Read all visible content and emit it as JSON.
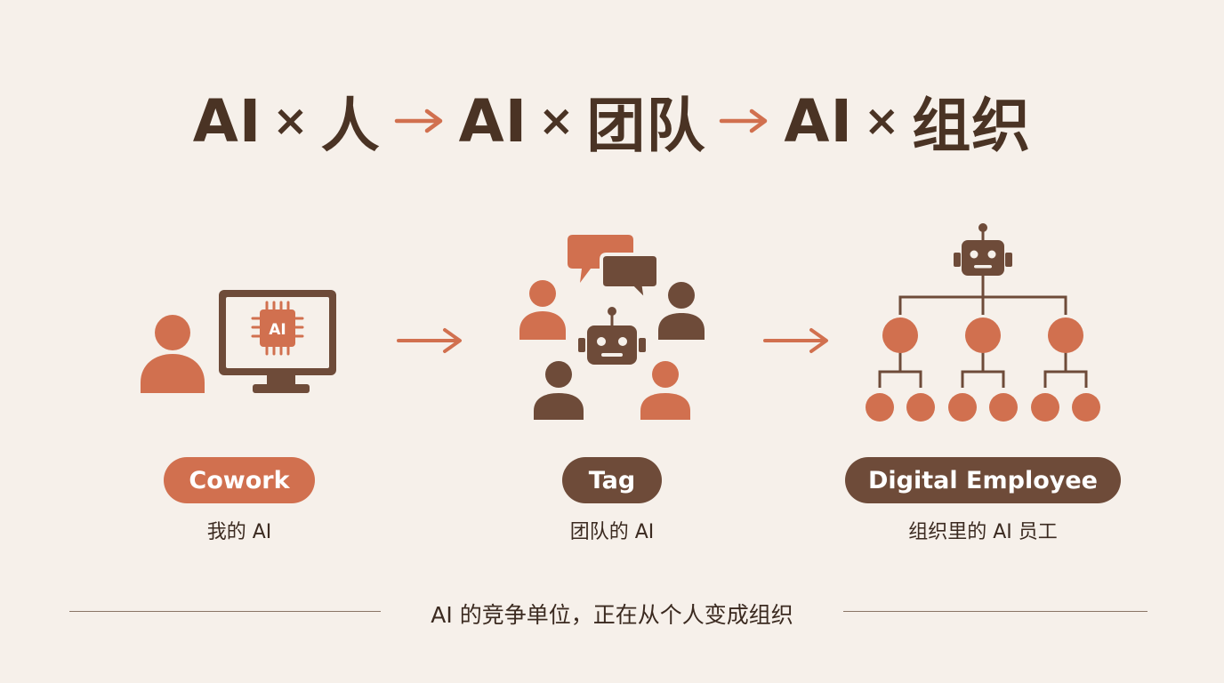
{
  "title": {
    "segments": [
      "AI",
      "人",
      "AI",
      "团队",
      "AI",
      "组织"
    ],
    "times_symbol": "×",
    "accent_color": "#d1704f",
    "text_color": "#4a3324"
  },
  "stages": [
    {
      "pill": "Cowork",
      "subtitle": "我的 AI",
      "pill_color": "#d1704f",
      "chip_label": "AI"
    },
    {
      "pill": "Tag",
      "subtitle": "团队的 AI",
      "pill_color": "#6e4b39"
    },
    {
      "pill": "Digital Employee",
      "subtitle": "组织里的 AI 员工",
      "pill_color": "#6e4b39"
    }
  ],
  "footer": "AI 的竞争单位，正在从个人变成组织",
  "colors": {
    "orange": "#d1704f",
    "brown": "#6e4b39",
    "background": "#f6f0ea"
  },
  "icons": [
    "person-icon",
    "monitor-icon",
    "ai-chip-icon",
    "chat-bubble-icon",
    "robot-icon",
    "org-chart-icon",
    "arrow-right-icon"
  ]
}
